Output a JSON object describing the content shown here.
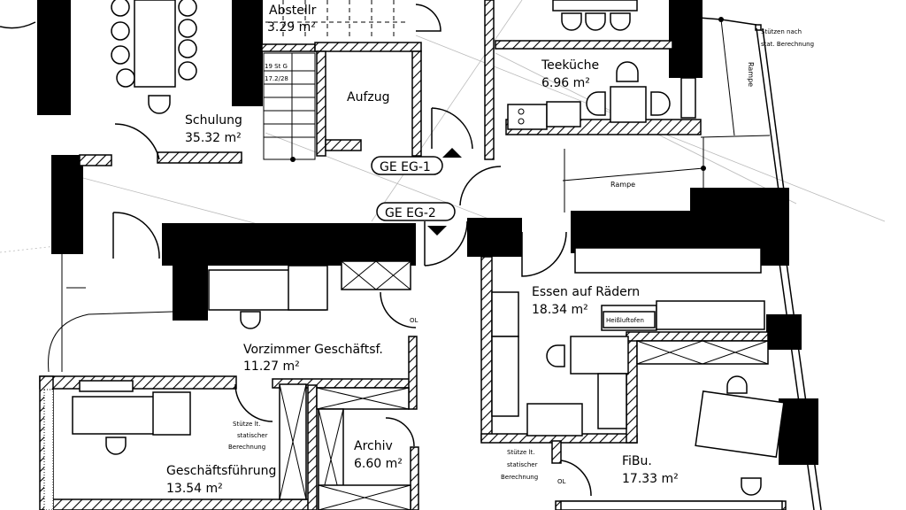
{
  "plan": {
    "rooms": {
      "abstell": {
        "name": "Abstellr",
        "area": "3.29 m²"
      },
      "schulung": {
        "name": "Schulung",
        "area": "35.32 m²"
      },
      "aufzug": {
        "name": "Aufzug"
      },
      "teekueche": {
        "name": "Teeküche",
        "area": "6.96 m²"
      },
      "essen": {
        "name": "Essen auf Rädern",
        "area": "18.34 m²"
      },
      "vorzimmer": {
        "name": "Vorzimmer Geschäftsf.",
        "area": "11.27 m²"
      },
      "archiv": {
        "name": "Archiv",
        "area": "6.60 m²"
      },
      "gf": {
        "name": "Geschäftsführung",
        "area": "13.54 m²"
      },
      "fibu": {
        "name": "FiBu.",
        "area": "17.33 m²"
      }
    },
    "tags": {
      "ge1": "GE EG-1",
      "ge2": "GE EG-2"
    },
    "ramp_vertical": "Rampe",
    "ramp_horizontal": "Rampe",
    "support_note_top": [
      "Stützen nach",
      "stat. Berechnung"
    ],
    "support_note_left": [
      "Stütze lt.",
      "statischer",
      "Berechnung"
    ],
    "support_note_right": [
      "Stütze lt.",
      "statischer",
      "Berechnung"
    ],
    "appliance": "Heißluftofen",
    "door_marks": [
      "OL",
      "OL"
    ],
    "stair": {
      "line1": "19 St G",
      "line2": "17.2/28"
    }
  }
}
